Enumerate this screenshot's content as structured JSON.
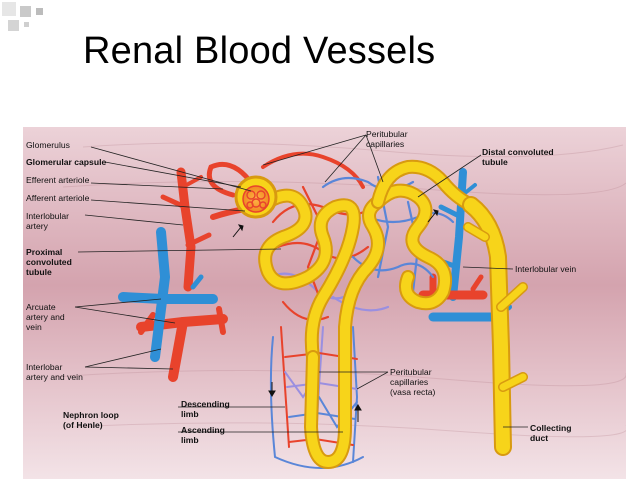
{
  "slide": {
    "title": "Renal Blood Vessels"
  },
  "labels": {
    "glomerulus": "Glomerulus",
    "glomerular_capsule": "Glomerular capsule",
    "efferent_arteriole": "Efferent arteriole",
    "afferent_arteriole": "Afferent arteriole",
    "interlobular_artery": [
      "Interlobular",
      "artery"
    ],
    "proximal_tubule": [
      "Proximal",
      "convoluted",
      "tubule"
    ],
    "arcuate": [
      "Arcuate",
      "artery and",
      "vein"
    ],
    "interlobar": [
      "Interlobar",
      "artery and vein"
    ],
    "nephron_loop": [
      "Nephron loop",
      "(of Henle)"
    ],
    "descending_limb": [
      "Descending",
      "limb"
    ],
    "ascending_limb": [
      "Ascending",
      "limb"
    ],
    "peritubular_top": [
      "Peritubular",
      "capillaries"
    ],
    "distal_tubule": [
      "Distal convoluted",
      "tubule"
    ],
    "interlobular_vein": "Interlobular vein",
    "peritubular_bottom": [
      "Peritubular",
      "capillaries",
      "(vasa recta)"
    ],
    "collecting_duct": [
      "Collecting",
      "duct"
    ]
  },
  "colors": {
    "artery": "#e8432c",
    "vein": "#2f8fd6",
    "capillary_blue": "#5a86d8",
    "capillary_purple": "#9a8fe0",
    "tubule": "#f7d41a",
    "tubule_edge": "#d89a10",
    "tissue": "#d9aab4",
    "tissue_light": "#ecd2d8"
  }
}
